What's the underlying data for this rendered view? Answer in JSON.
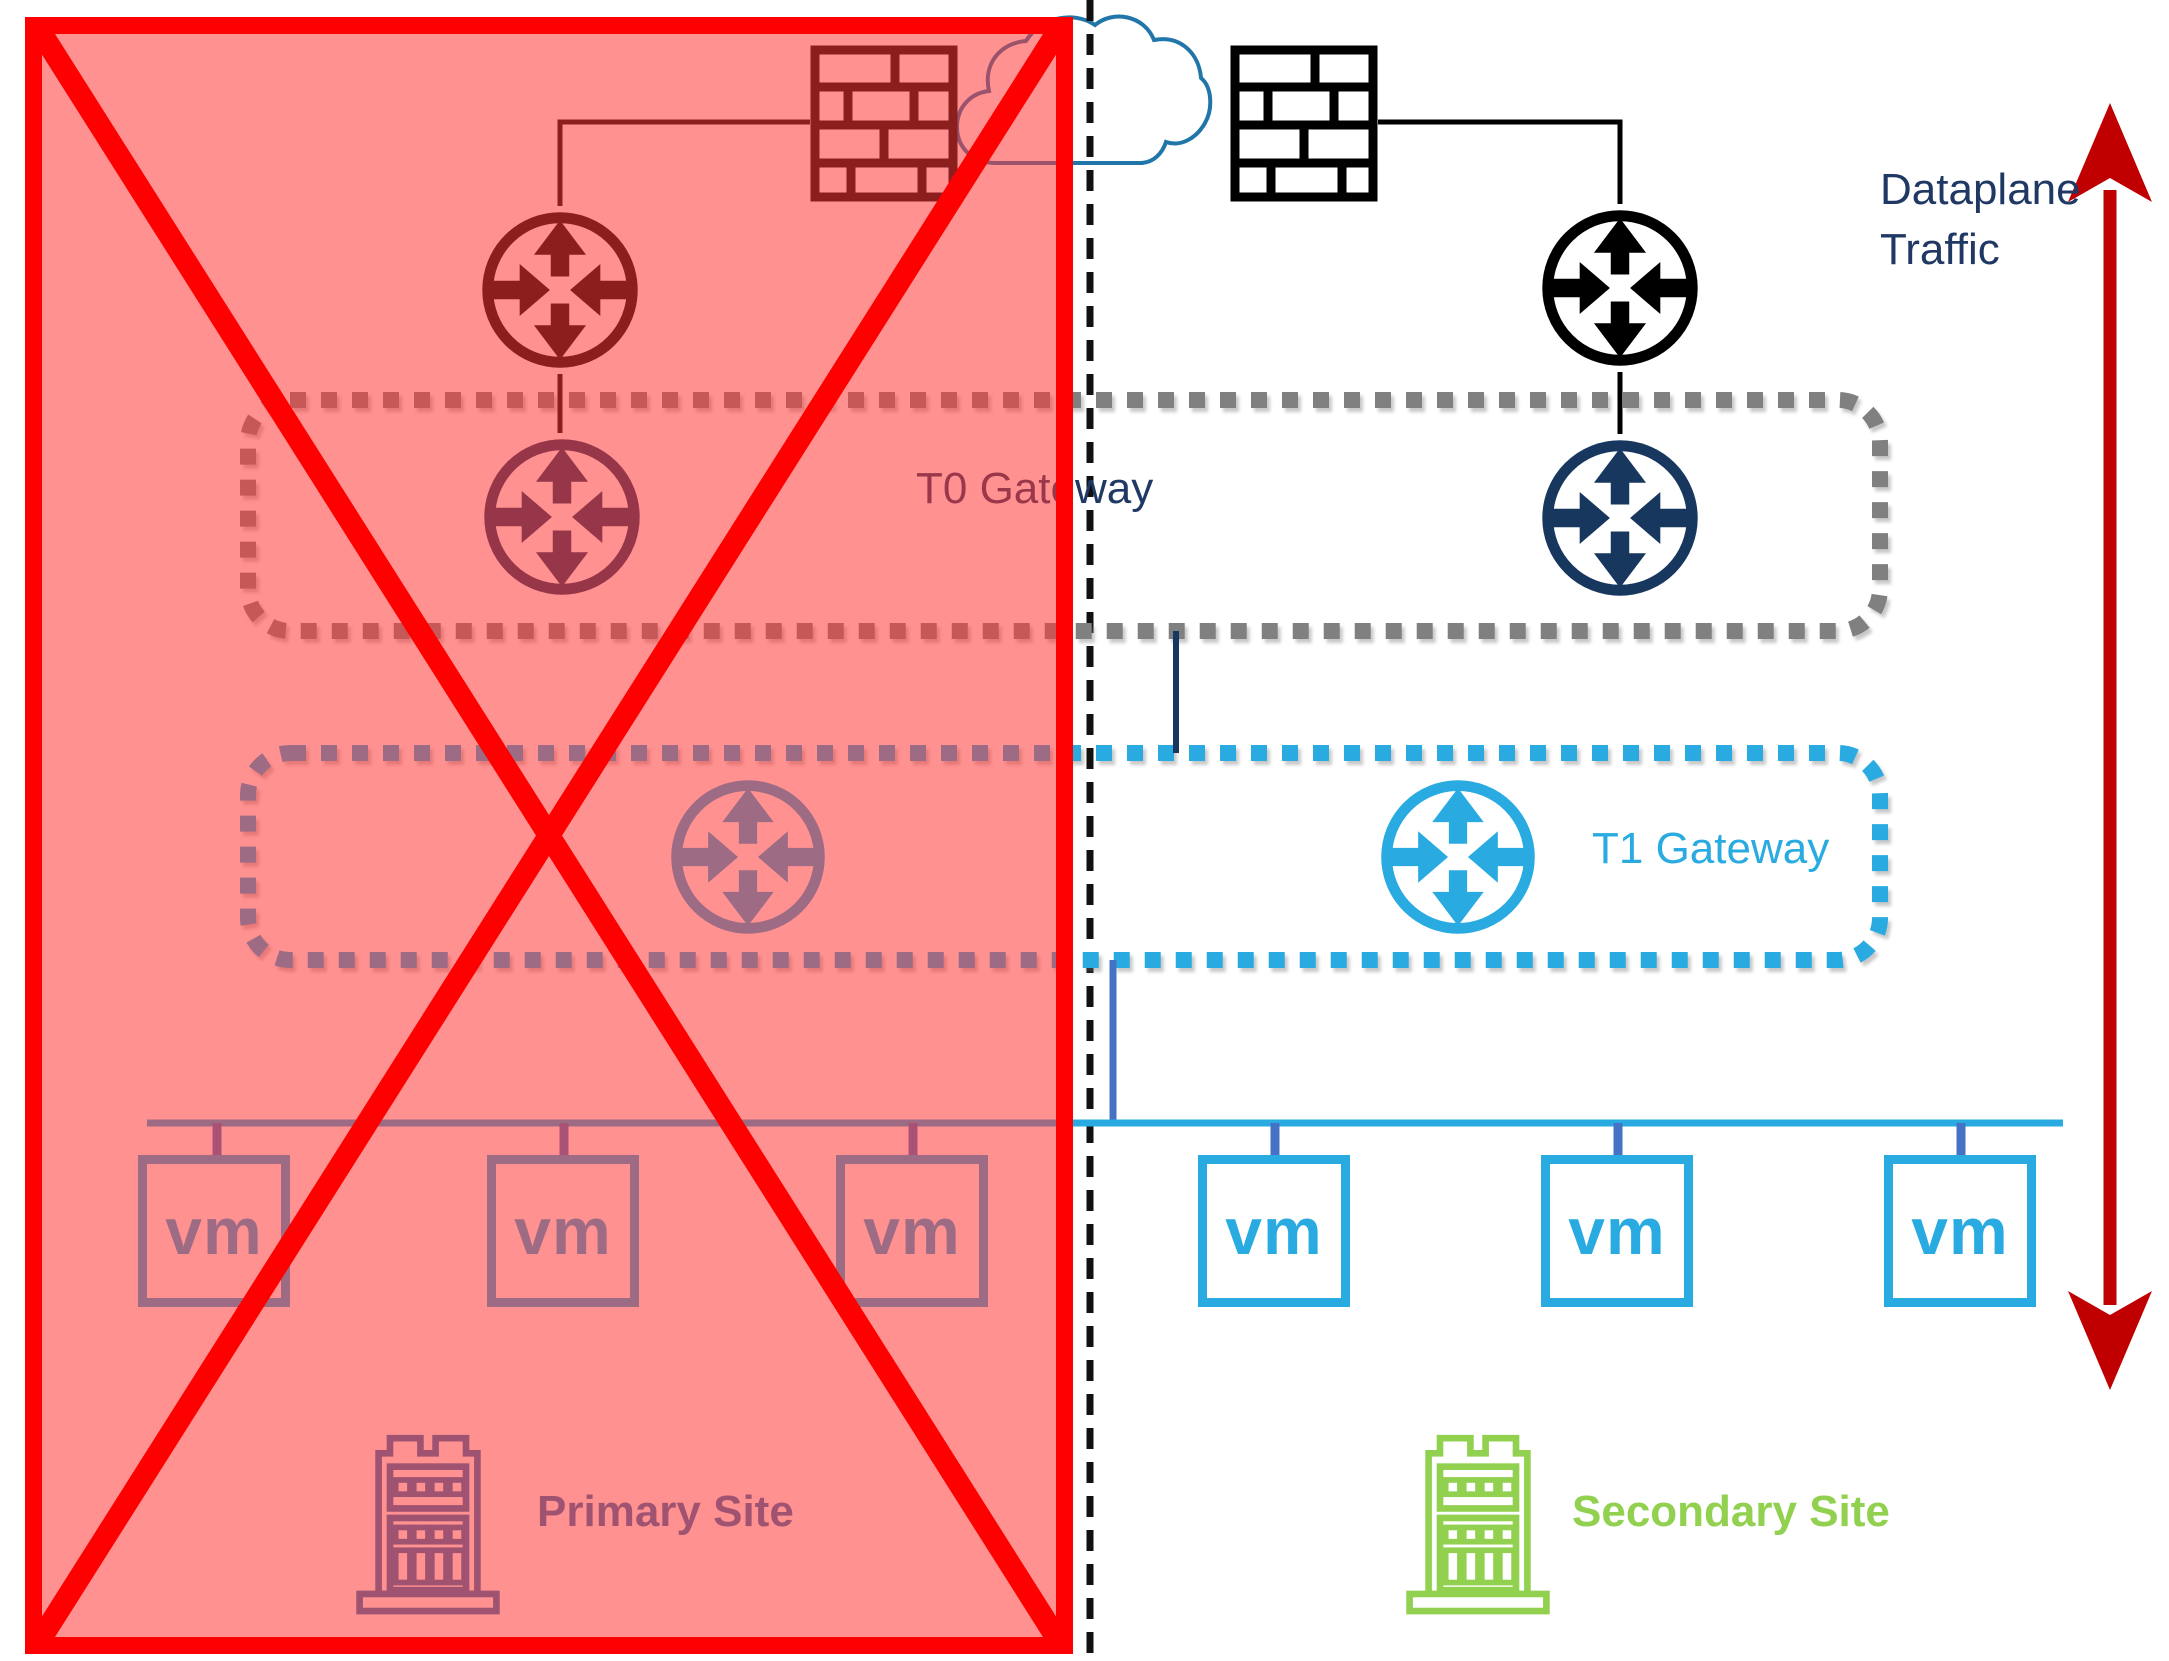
{
  "labels": {
    "t0_gateway": "T0 Gateway",
    "t1_gateway": "T1 Gateway",
    "dataplane_line1": "Dataplane",
    "dataplane_line2": "Traffic",
    "primary_site": "Primary Site",
    "secondary_site": "Secondary Site",
    "vm": "vm"
  },
  "sites": {
    "primary": {
      "label": "Primary Site",
      "state": "failed-crossed-out",
      "vm_count": 3
    },
    "secondary": {
      "label": "Secondary Site",
      "state": "active",
      "vm_count": 3
    }
  },
  "gateways": {
    "t0": {
      "label": "T0 Gateway",
      "spans_both_sites": true
    },
    "t1": {
      "label": "T1 Gateway",
      "spans_both_sites": true
    }
  },
  "colors": {
    "failure_overlay_red": "#FF3737",
    "failure_border_red": "#FF0000",
    "dataplane_arrow_red": "#C00000",
    "t0_router_navy": "#17375E",
    "label_navy": "#1F3864",
    "t1_cyan": "#29ABE2",
    "uplink_royal_blue": "#4472C4",
    "t0_box_gray": "#808080",
    "secondary_green": "#92D050",
    "primary_steel_blue": "#2E75B6",
    "cloud_blue": "#2076A8",
    "device_black": "#000000"
  }
}
